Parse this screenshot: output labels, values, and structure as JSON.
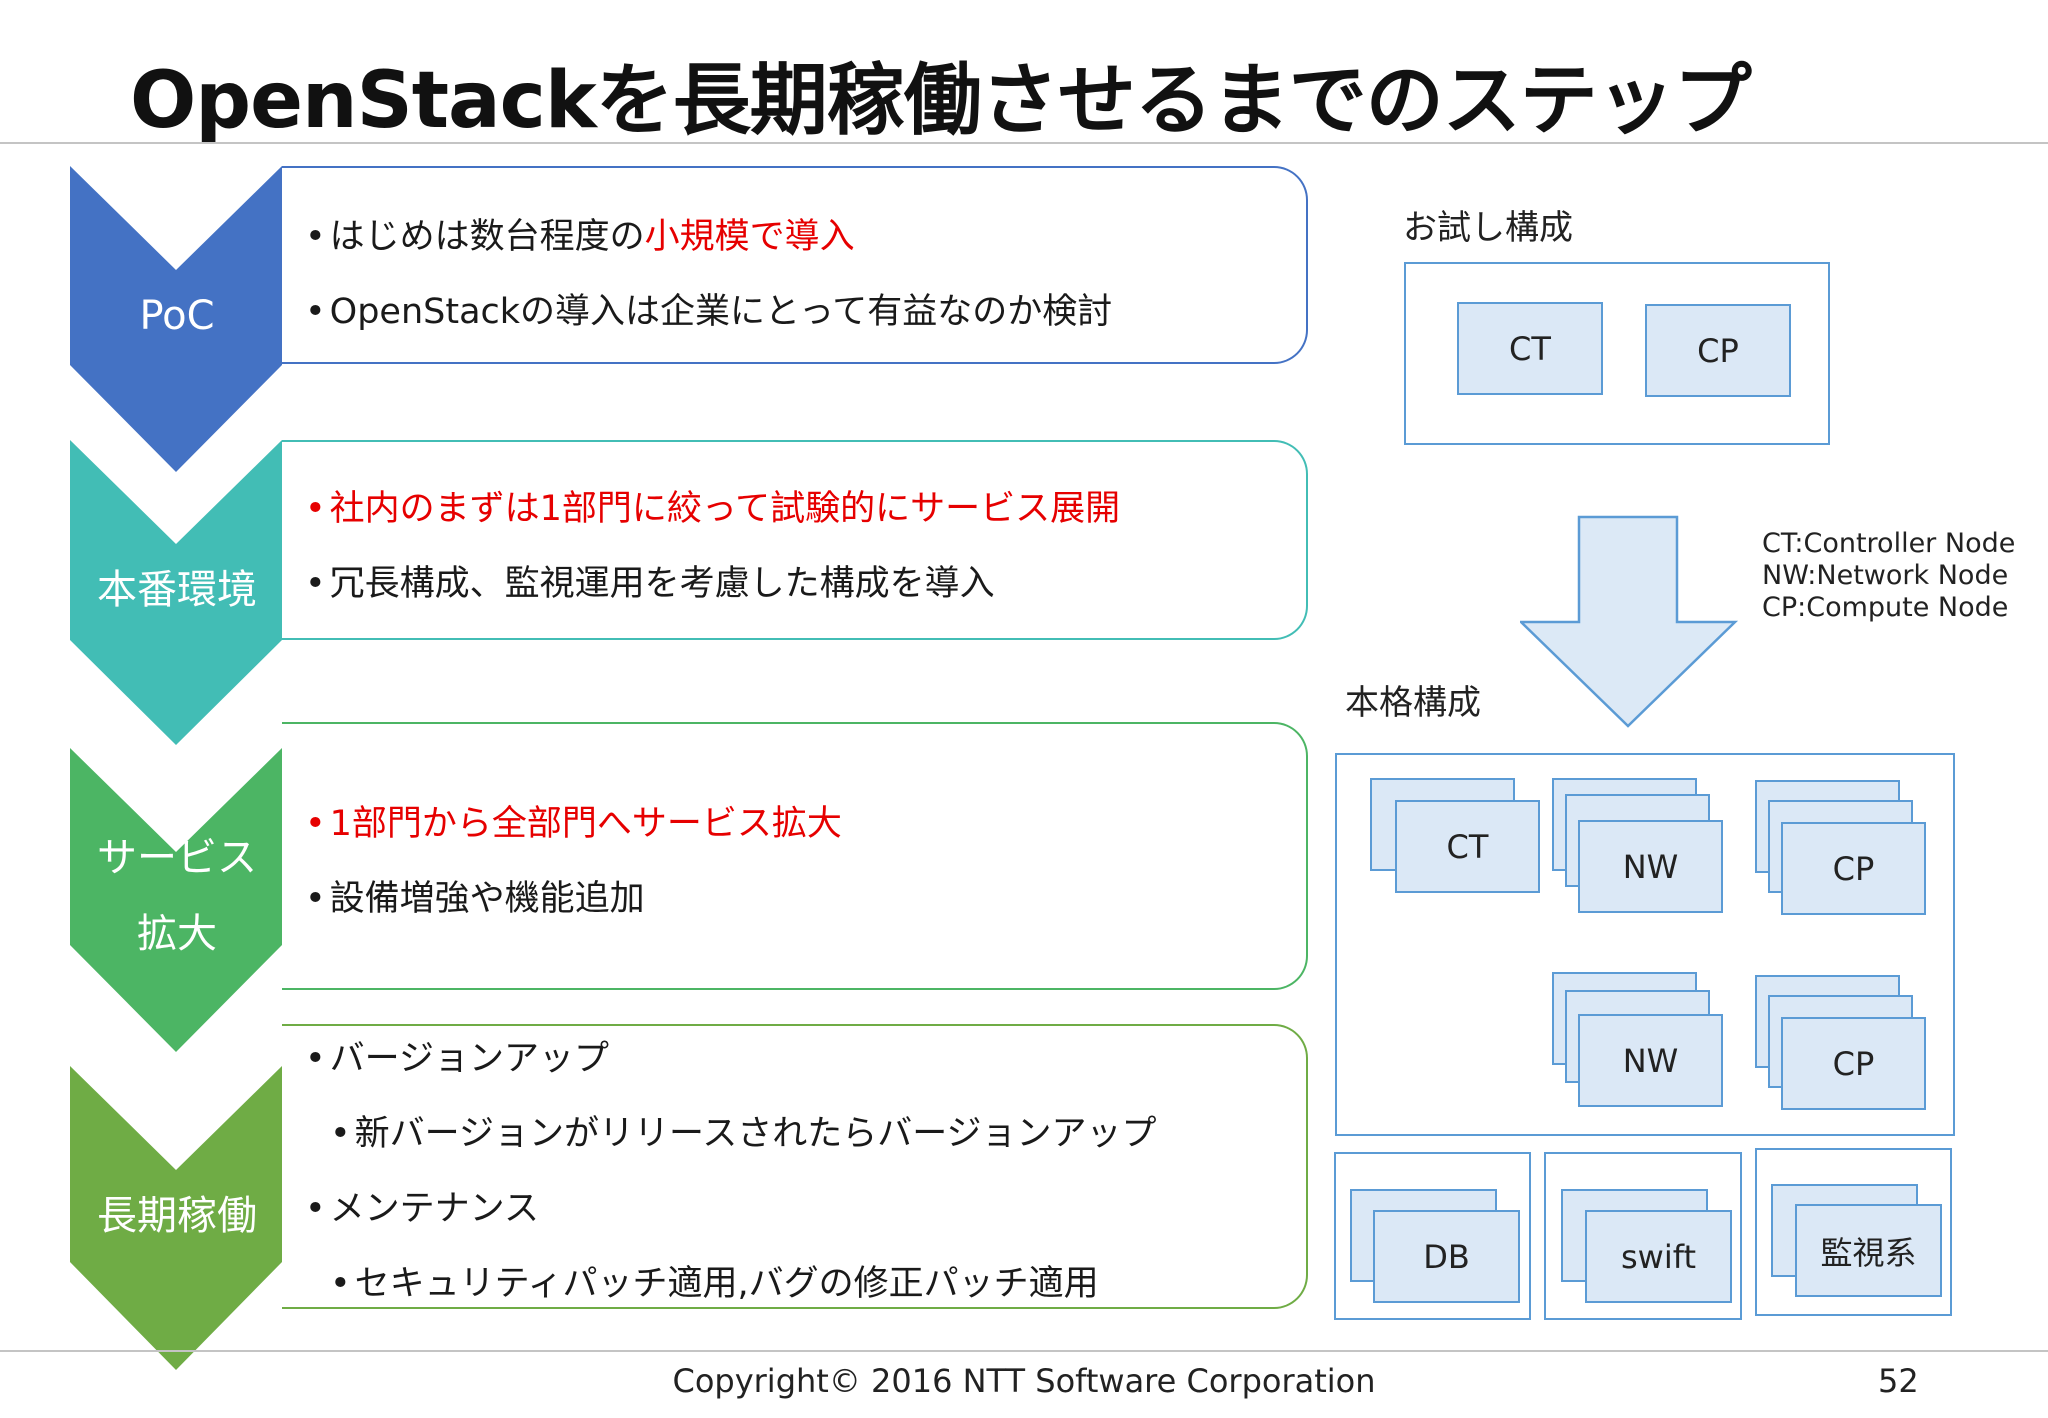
{
  "title": "OpenStackを長期稼働させるまでのステップ",
  "stages": [
    {
      "label": [
        "PoC"
      ],
      "color": "#4472c4",
      "bullets": [
        {
          "parts": [
            {
              "text": "はじめは数台程度の",
              "red": false
            },
            {
              "text": "小規模で導入",
              "red": true
            }
          ]
        },
        {
          "parts": [
            {
              "text": "OpenStackの導入は企業にとって有益なのか検討",
              "red": false
            }
          ]
        }
      ]
    },
    {
      "label": [
        "本番環境"
      ],
      "color": "#42bdb5",
      "bullets": [
        {
          "parts": [
            {
              "text": "社内のまずは1部門に絞って試験的にサービス展開",
              "red": true
            }
          ]
        },
        {
          "parts": [
            {
              "text": "冗長構成、監視運用を考慮した構成を導入",
              "red": false
            }
          ]
        }
      ]
    },
    {
      "label": [
        "サービス",
        "拡大"
      ],
      "color": "#4cb564",
      "bullets": [
        {
          "parts": [
            {
              "text": "1部門から全部門へサービス拡大",
              "red": true
            }
          ]
        },
        {
          "parts": [
            {
              "text": "設備増強や機能追加",
              "red": false
            }
          ]
        }
      ]
    },
    {
      "label": [
        "長期稼働"
      ],
      "color": "#6fac45",
      "bullets": [
        {
          "parts": [
            {
              "text": "バージョンアップ",
              "red": false
            }
          ]
        },
        {
          "parts": [
            {
              "text": "新バージョンがリリースされたらバージョンアップ",
              "red": false
            }
          ],
          "sub": true
        },
        {
          "parts": [
            {
              "text": "メンテナンス",
              "red": false
            }
          ]
        },
        {
          "parts": [
            {
              "text": "セキュリティパッチ適用,バグの修正パッチ適用",
              "red": false
            }
          ],
          "sub": true
        }
      ]
    }
  ],
  "bullet_char": "•",
  "diagram": {
    "trial_label": "お試し構成",
    "trial_nodes": [
      "CT",
      "CP"
    ],
    "full_label": "本格構成",
    "full_nodes": [
      "CT",
      "NW",
      "CP",
      "NW",
      "CP"
    ],
    "bottom_nodes": [
      "DB",
      "swift",
      "監視系"
    ],
    "legend": [
      "CT:Controller Node",
      "NW:Network Node",
      "CP:Compute Node"
    ]
  },
  "colors": {
    "accent_red": "#e60000",
    "node_fill": "#dbe8f6",
    "node_border": "#5b9bd5",
    "arrow_fill": "#dce9f6"
  },
  "footer": "Copyright© 2016 NTT Software Corporation",
  "page_number": "52"
}
